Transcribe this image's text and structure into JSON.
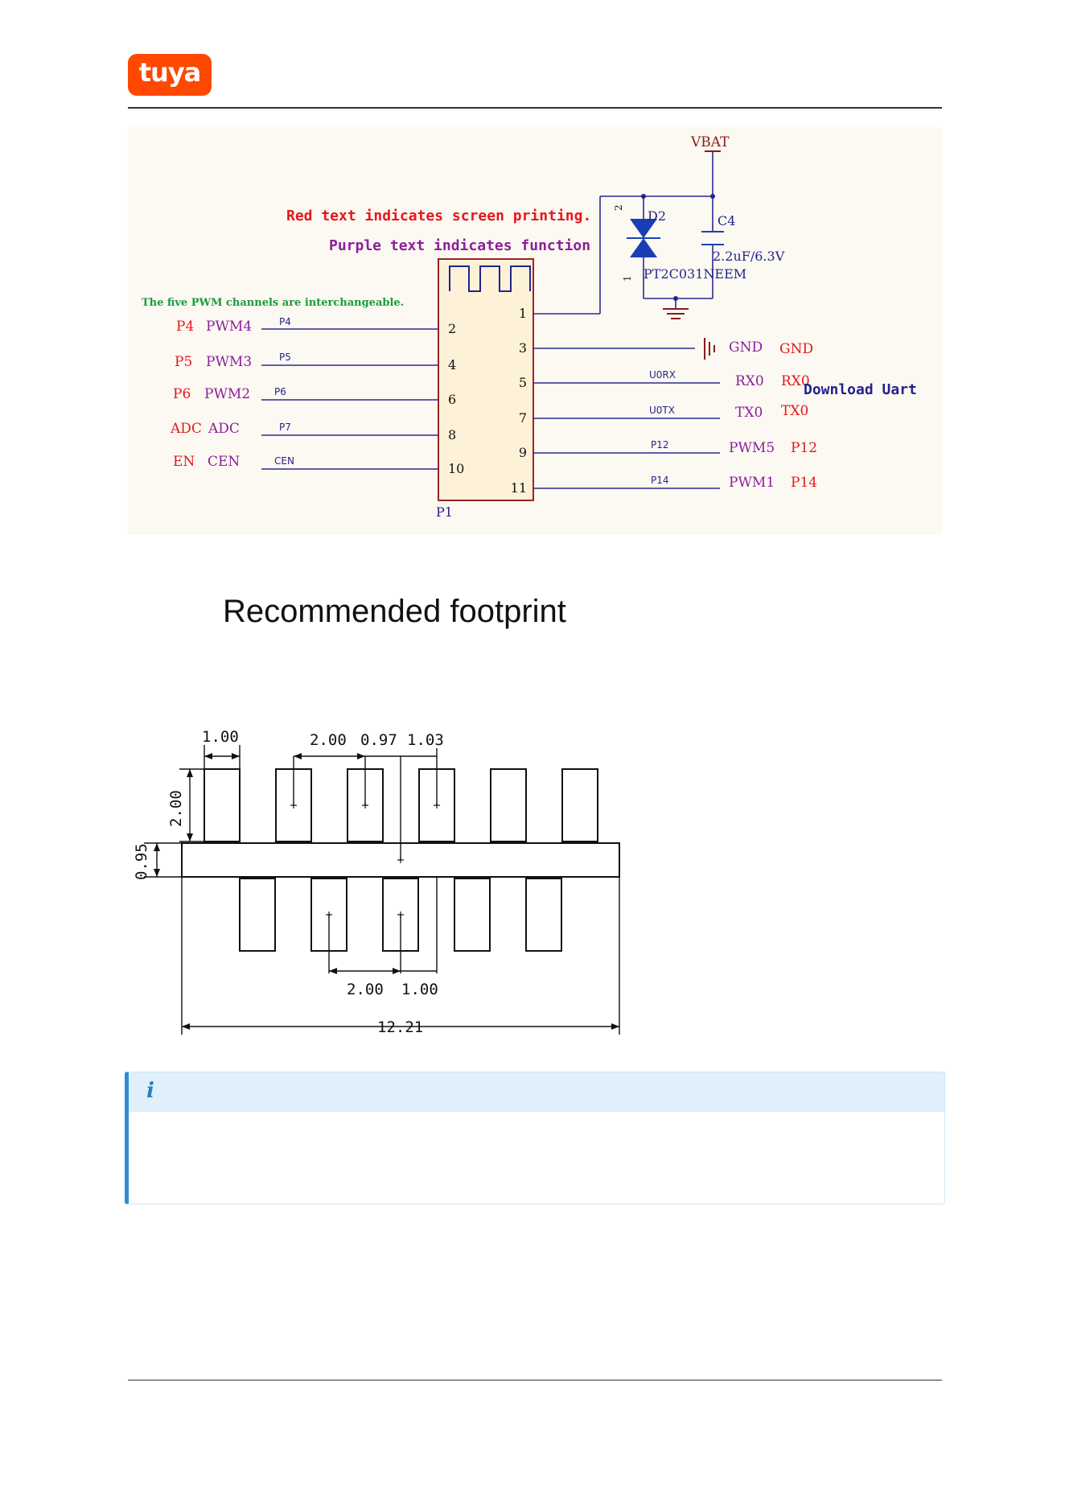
{
  "header": {
    "logo_text": "tuya",
    "brand_color": "#ff4800"
  },
  "schematic": {
    "red_note": "Red text indicates screen printing.",
    "purple_note": "Purple text indicates function",
    "pwm_note": "The five PWM channels are interchangeable.",
    "component_label": "P1",
    "vbat_label": "VBAT",
    "diode": {
      "ref": "D2",
      "part": "PT2C031NEEM",
      "pin_a": "2",
      "pin_b": "1"
    },
    "capacitor": {
      "ref": "C4",
      "value": "2.2uF/6.3V"
    },
    "download_label": "Download Uart",
    "left_pins": [
      {
        "silk": "P4",
        "func": "PWM4",
        "net": "P4",
        "pin": "2"
      },
      {
        "silk": "P5",
        "func": "PWM3",
        "net": "P5",
        "pin": "4"
      },
      {
        "silk": "P6",
        "func": "PWM2",
        "net": "P6",
        "pin": "6"
      },
      {
        "silk": "ADC",
        "func": "ADC",
        "net": "P7",
        "pin": "8"
      },
      {
        "silk": "EN",
        "func": "CEN",
        "net": "CEN",
        "pin": "10"
      }
    ],
    "right_pins": [
      {
        "pin": "1",
        "net": "",
        "func": "",
        "silk": ""
      },
      {
        "pin": "3",
        "net": "",
        "func": "GND",
        "silk": "GND"
      },
      {
        "pin": "5",
        "net": "U0RX",
        "func": "RX0",
        "silk": "RX0"
      },
      {
        "pin": "7",
        "net": "U0TX",
        "func": "TX0",
        "silk": "TX0"
      },
      {
        "pin": "9",
        "net": "P12",
        "func": "PWM5",
        "silk": "P12"
      },
      {
        "pin": "11",
        "net": "P14",
        "func": "PWM1",
        "silk": "P14"
      }
    ],
    "colors": {
      "red": "#e8161d",
      "purple": "#8b1f9c",
      "green": "#1a9c3c",
      "navy": "#23238e",
      "wire": "#2b2b8f",
      "maroon": "#8b1a1a"
    }
  },
  "footprint": {
    "title": "Recommended footprint",
    "dims": {
      "pad_width": "1.00",
      "pitch": "2.00",
      "offset_a": "0.97",
      "offset_b": "1.03",
      "pad_height": "2.00",
      "bar_height": "0.95",
      "bottom_pitch": "2.00",
      "bottom_offset": "1.00",
      "total_width": "12.21"
    }
  },
  "info_box": {
    "icon": "i",
    "body": ""
  }
}
